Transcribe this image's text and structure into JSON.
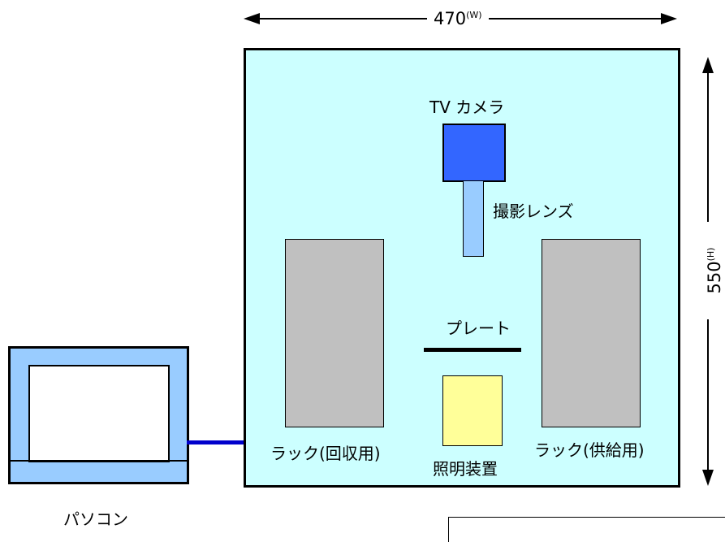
{
  "dimensions": {
    "width_value": "470",
    "width_unit": "(W)",
    "height_value": "550",
    "height_unit": "(H)"
  },
  "labels": {
    "camera": "TV カメラ",
    "lens": "撮影レンズ",
    "plate": "プレート",
    "rack_collect": "ラック(回収用)",
    "rack_supply": "ラック(供給用)",
    "lighting": "照明装置",
    "pc": "パソコン"
  },
  "colors": {
    "enclosure": "#ccffff",
    "camera": "#3366ff",
    "lens": "#99ccff",
    "rack": "#c0c0c0",
    "lighting": "#ffff99",
    "pc": "#99ccff",
    "cable": "#0000cc"
  }
}
